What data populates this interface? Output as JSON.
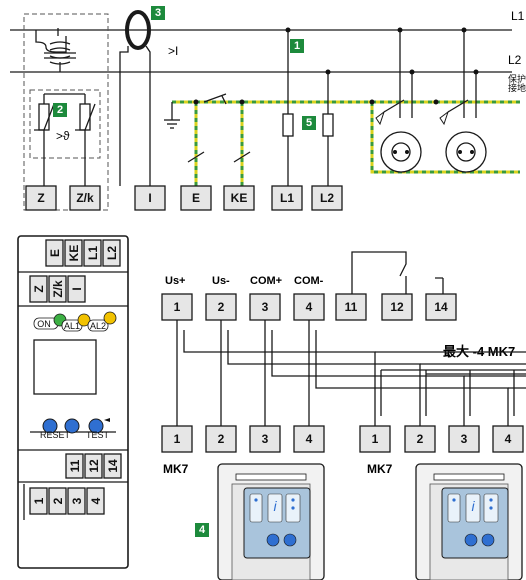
{
  "line_labels": {
    "l1": "L1",
    "l2": "L2",
    "pe_note_1": "保护",
    "pe_note_2": "接地"
  },
  "callouts": [
    "1",
    "2",
    "3",
    "4",
    "5"
  ],
  "relay_symbol": ">I",
  "temp_symbol": ">ϑ",
  "top_terminals": [
    "Z",
    "Z/k",
    "I",
    "E",
    "KE",
    "L1",
    "L2"
  ],
  "module_top_terminals": [
    "E",
    "KE",
    "L1",
    "L2"
  ],
  "module_mid_terminals": [
    "Z",
    "Z/k",
    "I"
  ],
  "module_led_labels": [
    "ON",
    "AL1",
    "AL2"
  ],
  "module_button_labels": [
    "RESET",
    "TEST"
  ],
  "module_bottom_terminals": [
    "11",
    "12",
    "14"
  ],
  "module_bottom_row": [
    "1",
    "2",
    "3",
    "4"
  ],
  "bus_labels": [
    "Us+",
    "Us-",
    "COM+",
    "COM-"
  ],
  "bus_terminals": [
    "1",
    "2",
    "3",
    "4"
  ],
  "relay_terminals": [
    "11",
    "12",
    "14"
  ],
  "max_label": "最大 -4 MK7",
  "mk7_terminals_a": [
    "1",
    "2",
    "3",
    "4"
  ],
  "mk7_terminals_b": [
    "1",
    "2",
    "3",
    "4"
  ],
  "mk7_label": "MK7",
  "colors": {
    "callout": "#1d8a3c",
    "pe_yellow": "#d9d21e",
    "pe_green": "#3a9a3a",
    "terminal_fill": "#e6e6e6",
    "led_green": "#3cb043",
    "led_yellow": "#f2c200",
    "button_blue": "#2f6fd1"
  }
}
